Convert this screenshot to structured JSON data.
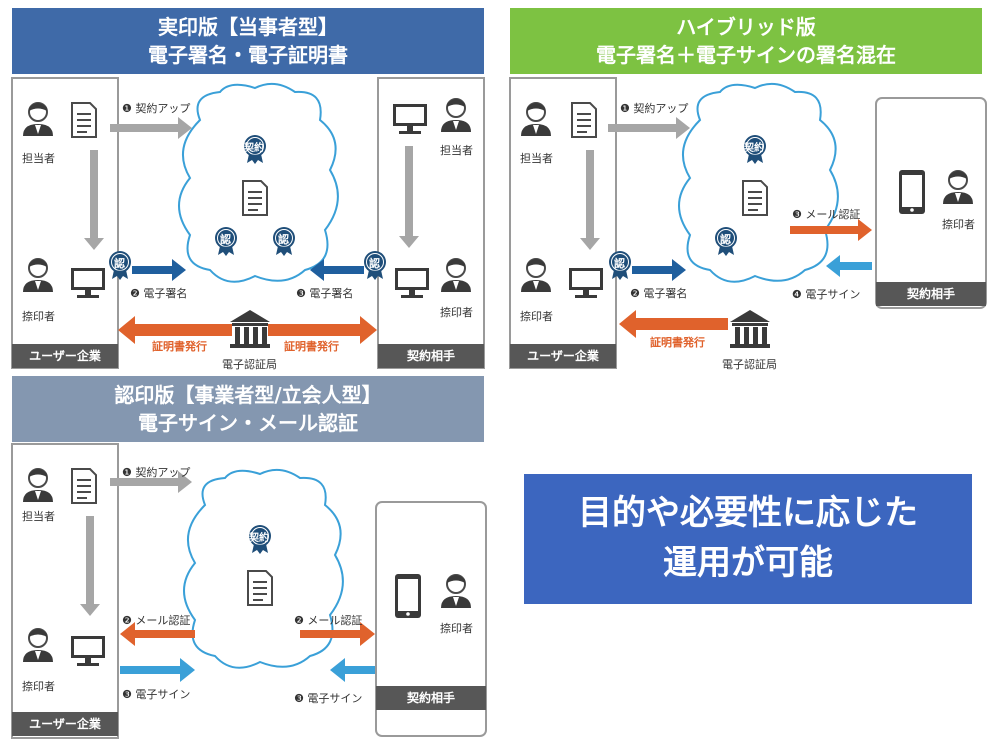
{
  "panels": {
    "jitsuin": {
      "title_line1": "実印版【当事者型】",
      "title_line2": "電子署名・電子証明書",
      "color": "#3f6aa8",
      "left_pane": "ユーザー企業",
      "right_pane": "契約相手",
      "persons": {
        "tanto": "担当者",
        "natsuin": "捺印者",
        "tanto_right": "担当者",
        "natsuin_right": "捺印者"
      },
      "steps": {
        "s1": "❶ 契約アップ",
        "s2": "❷ 電子署名",
        "s3": "❸ 電子署名"
      },
      "cert_issue_left": "証明書発行",
      "cert_issue_right": "証明書発行",
      "authority": "電子認証局",
      "badge_contract": "契約",
      "badge_cert": "認"
    },
    "hybrid": {
      "title_line1": "ハイブリッド版",
      "title_line2": "電子署名＋電子サインの署名混在",
      "color": "#7dc242",
      "left_pane": "ユーザー企業",
      "right_pane": "契約相手",
      "persons": {
        "tanto": "担当者",
        "natsuin": "捺印者",
        "natsuin_right": "捺印者"
      },
      "steps": {
        "s1": "❶ 契約アップ",
        "s2": "❷ 電子署名",
        "s3": "❸ メール認証",
        "s4": "❹ 電子サイン"
      },
      "cert_issue_left": "証明書発行",
      "authority": "電子認証局",
      "badge_contract": "契約",
      "badge_cert": "認"
    },
    "ninin": {
      "title_line1": "認印版【事業者型/立会人型】",
      "title_line2": "電子サイン・メール認証",
      "color": "#8497b0",
      "left_pane": "ユーザー企業",
      "right_pane": "契約相手",
      "persons": {
        "tanto": "担当者",
        "natsuin": "捺印者",
        "natsuin_right": "捺印者"
      },
      "steps": {
        "s1": "❶ 契約アップ",
        "s2_left": "❷ メール認証",
        "s3_left": "❸ 電子サイン",
        "s2_right": "❷ メール認証",
        "s3_right": "❸ 電子サイン"
      },
      "badge_contract": "契約"
    }
  },
  "summary": {
    "line1": "目的や必要性に応じた",
    "line2": "運用が可能"
  },
  "colors": {
    "gray_arrow": "#a6a6a6",
    "blue_arrow": "#1f5f9e",
    "orange_arrow": "#e0622c",
    "light_blue_arrow": "#3aa0d8",
    "cloud_border": "#3aa0d8",
    "badge": "#1f4e79"
  },
  "icons": [
    "person-icon",
    "document-icon",
    "monitor-icon",
    "smartphone-icon",
    "bank-icon",
    "cloud-icon",
    "badge-icon"
  ]
}
